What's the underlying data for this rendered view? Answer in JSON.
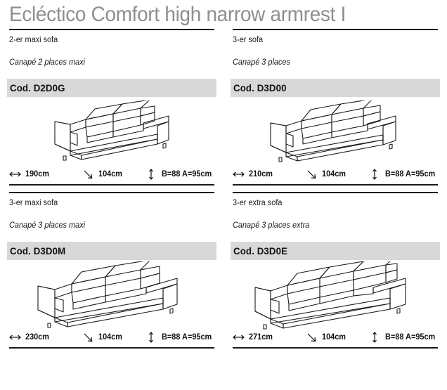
{
  "header": {
    "title": "Ecléctico Comfort high narrow armrest I",
    "title_color": "#8e8e8e"
  },
  "theme": {
    "rule_color": "#1a1a1a",
    "code_band_bg": "#d8d8d8",
    "text_color": "#1a1a1a",
    "drawing_stroke": "#1a1a1a"
  },
  "icons": {
    "width_icon": "horizontal-double-arrow",
    "depth_icon": "diagonal-arrow",
    "height_icon": "vertical-double-arrow"
  },
  "products": [
    {
      "name_de": "2-er maxi sofa",
      "name_fr": "Canapé 2 places maxi",
      "code_label": "Cod. D2D0G",
      "drawing": "sofa-2-seat",
      "dims": {
        "width": "190cm",
        "depth": "104cm",
        "height": "B=88 A=95cm"
      }
    },
    {
      "name_de": "3-er sofa",
      "name_fr": "Canapé 3 places",
      "code_label": "Cod. D3D00",
      "drawing": "sofa-3-seat",
      "dims": {
        "width": "210cm",
        "depth": "104cm",
        "height": "B=88 A=95cm"
      }
    },
    {
      "name_de": "3-er maxi sofa",
      "name_fr": "Canapé 3 places maxi",
      "code_label": "Cod. D3D0M",
      "drawing": "sofa-3-maxi",
      "dims": {
        "width": "230cm",
        "depth": "104cm",
        "height": "B=88 A=95cm"
      }
    },
    {
      "name_de": "3-er extra sofa",
      "name_fr": "Canapé 3 places extra",
      "code_label": "Cod. D3D0E",
      "drawing": "sofa-3-extra",
      "dims": {
        "width": "271cm",
        "depth": "104cm",
        "height": "B=88 A=95cm"
      }
    }
  ]
}
